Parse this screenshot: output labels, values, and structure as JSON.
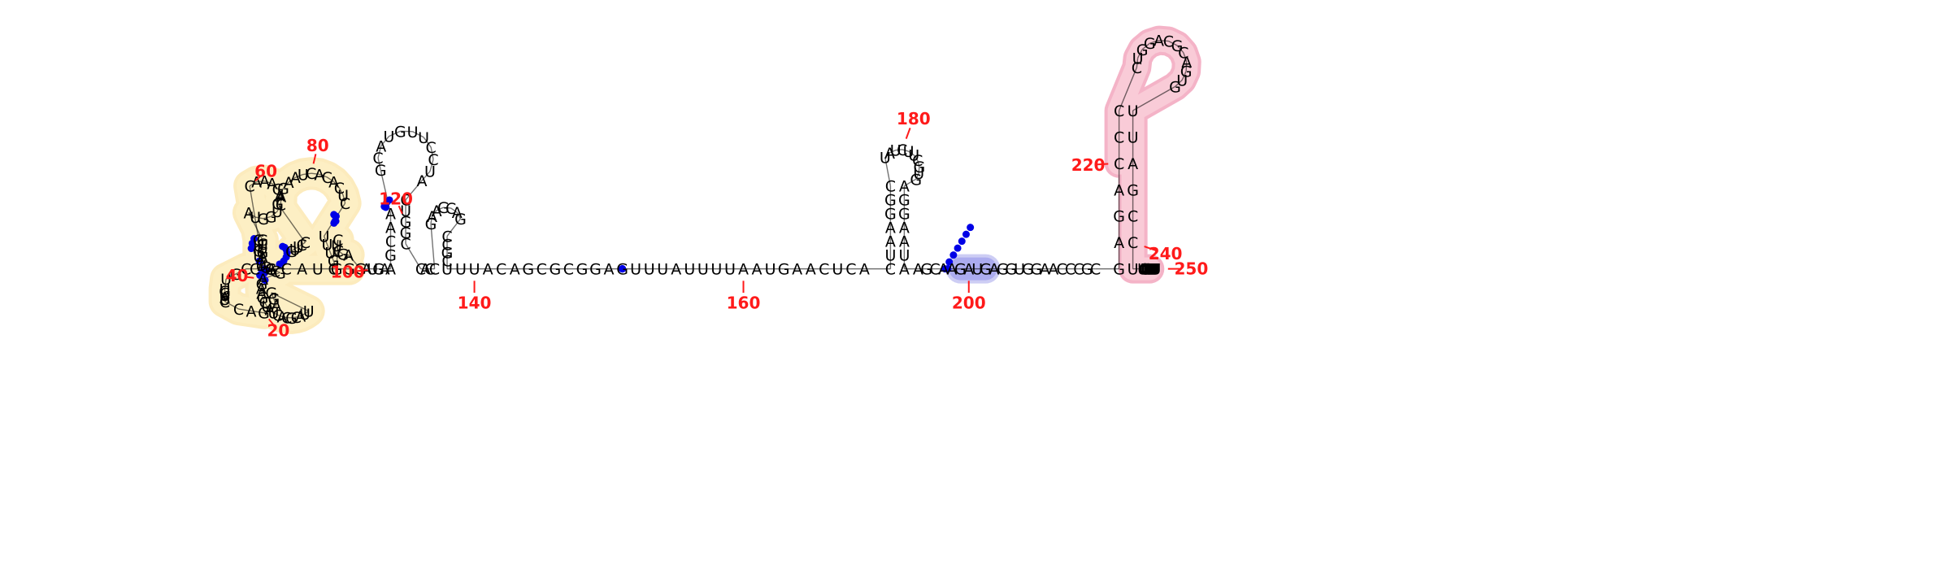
{
  "diagram": {
    "type": "RNA secondary structure",
    "sequence": "GCUACGCCGUUGCUAUCCAGAGGUUACGCACUAUCGAAGAGAAAGUCGAUGGUCAGAAACGUGUUGCCGUUCCGAGAAUCACACUCUUUGGCUCGAGAUGAAGCAAGCAUGUUCCUACUGGCCACCGAAGCAGCCGCUUUACAGCGCGGAGUUUAUUUUAAUGAACUCACUAAGGCUAUCUUCGUGAGGAAUAAGCAAGAUGAGGUGGAACCCGCGAGACCCCUGGACGCAGUGUUAGCCUUCGUUGUUUUUUUU",
    "dot_bracket": "..........((((((((.....(((((((..((((((.....))))))...))))))).........)))))))).((((((..........))))))((((....))))...............................((((((.....))))))...........................(((((((((....)))))))))........",
    "position_labels": [
      "20",
      "40",
      "60",
      "80",
      "100",
      "120",
      "140",
      "160",
      "180",
      "200",
      "220",
      "240",
      "250"
    ],
    "highlights": [
      {
        "region": "positions 1-96",
        "color": "#f5c542",
        "fill": "#fdf0c4"
      },
      {
        "region": "positions 199-202",
        "color": "#7070e0",
        "fill": "#a9a9ee"
      },
      {
        "region": "positions 220-249",
        "color": "#e0245e",
        "fill": "#f9cdd8"
      }
    ],
    "colors": {
      "base": "#000000",
      "pair_dot": "#0000e6",
      "numbering": "#ff1a1a"
    }
  }
}
